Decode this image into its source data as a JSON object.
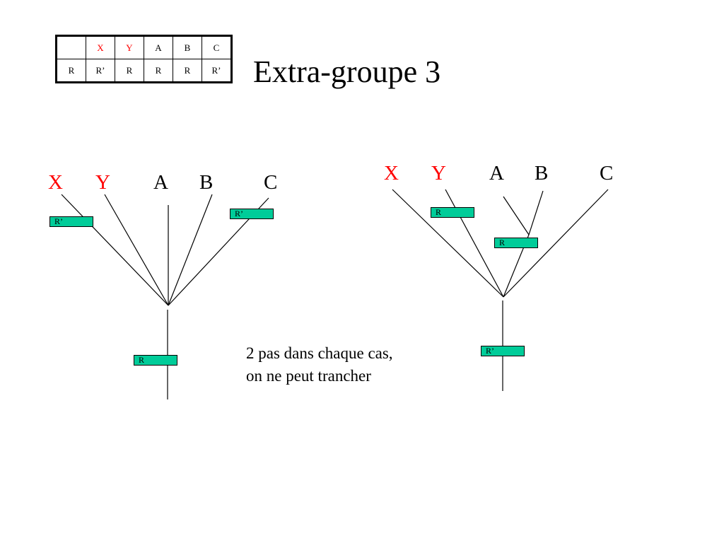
{
  "title": "Extra-groupe 3",
  "table": {
    "header": [
      "",
      "X",
      "Y",
      "A",
      "B",
      "C"
    ],
    "states": [
      "R",
      "R’",
      "R",
      "R",
      "R",
      "R’"
    ],
    "highlighted_taxa": [
      "X",
      "Y"
    ],
    "highlight_color": "#ff0000"
  },
  "tree_left": {
    "taxa": [
      "X",
      "Y",
      "A",
      "B",
      "C"
    ],
    "states": {
      "x_branch": "R’",
      "c_branch": "R’",
      "root": "R"
    }
  },
  "tree_right": {
    "taxa": [
      "X",
      "Y",
      "A",
      "B",
      "C"
    ],
    "states": {
      "xy_clade": "R",
      "abc_clade": "R",
      "root": "R’"
    }
  },
  "note": {
    "line1": "2 pas dans chaque cas,",
    "line2": "on ne peut trancher"
  },
  "colors": {
    "state_fill": "#00cc99",
    "red_taxa": "#ff0000",
    "lines": "#000000"
  }
}
